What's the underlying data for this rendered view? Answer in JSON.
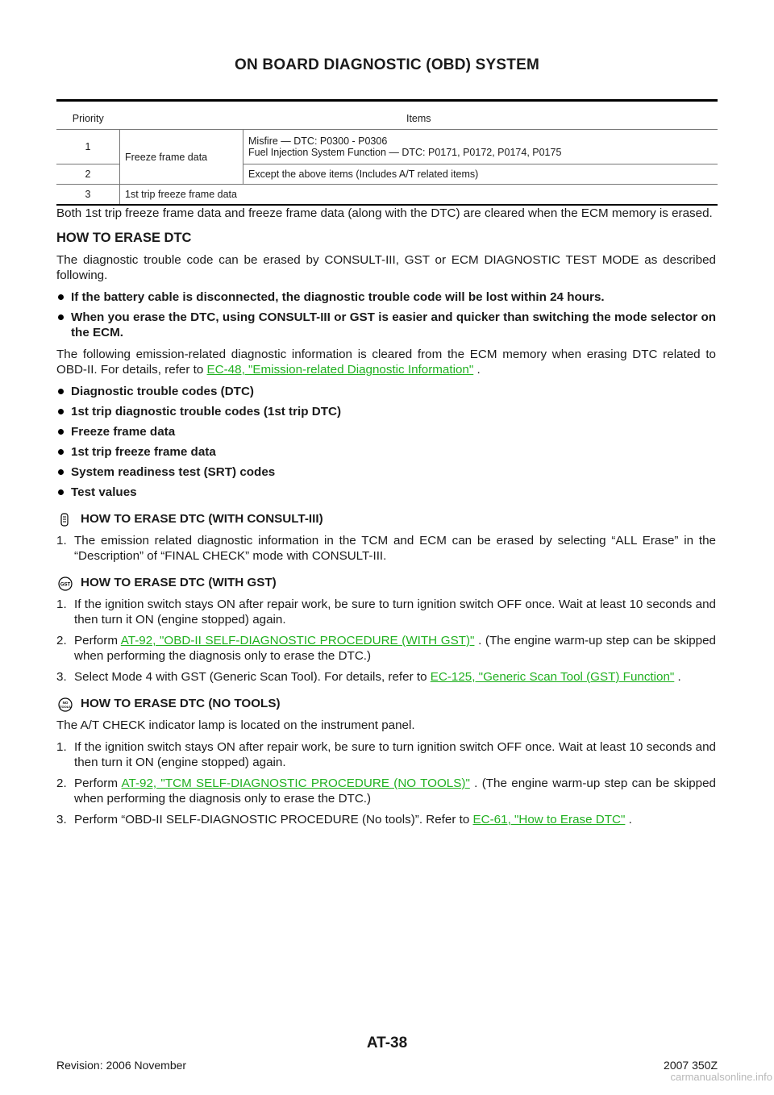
{
  "header": {
    "title": "ON BOARD DIAGNOSTIC (OBD) SYSTEM"
  },
  "priority_table": {
    "col_priority": "Priority",
    "col_items": "Items",
    "rows": [
      {
        "priority": "1",
        "category": "Freeze frame data",
        "line1": "Misfire — DTC: P0300 - P0306",
        "line2": "Fuel Injection System Function — DTC: P0171, P0172, P0174, P0175"
      },
      {
        "priority": "2",
        "items": "Except the above items (Includes A/T related items)"
      },
      {
        "priority": "3",
        "items": "1st trip freeze frame data"
      }
    ]
  },
  "intro_para": "Both 1st trip freeze frame data and freeze frame data (along with the DTC) are cleared when the ECM memory is erased.",
  "erase": {
    "heading": "HOW TO ERASE DTC",
    "para1": "The diagnostic trouble code can be erased by CONSULT-III, GST or ECM DIAGNOSTIC TEST MODE as described following.",
    "notes": [
      "If the battery cable is disconnected, the diagnostic trouble code will be lost within 24 hours.",
      "When you erase the DTC, using CONSULT-III or GST is easier and quicker than switching the mode selector on the ECM."
    ],
    "para2_before": "The following emission-related diagnostic information is cleared from the ECM memory when erasing DTC related to OBD-II. For details, refer to ",
    "para2_link": "EC-48, \"Emission-related Diagnostic Information\"",
    "para2_after": " .",
    "cleared": [
      "Diagnostic trouble codes (DTC)",
      "1st trip diagnostic trouble codes (1st trip DTC)",
      "Freeze frame data",
      "1st trip freeze frame data",
      "System readiness test (SRT) codes",
      "Test values"
    ]
  },
  "consult": {
    "heading": "HOW TO ERASE DTC (WITH CONSULT-III)",
    "steps": [
      {
        "num": "1.",
        "text": "The emission related diagnostic information in the TCM and ECM can be erased by selecting “ALL Erase” in the “Description” of “FINAL CHECK” mode with CONSULT-III."
      }
    ]
  },
  "gst": {
    "heading": "HOW TO ERASE DTC (WITH GST)",
    "icon_text": "GST",
    "step1_num": "1.",
    "step1": "If the ignition switch stays ON after repair work, be sure to turn ignition switch OFF once. Wait at least 10 seconds and then turn it ON (engine stopped) again.",
    "step2_num": "2.",
    "step2_before": "Perform ",
    "step2_link": "AT-92, \"OBD-II SELF-DIAGNOSTIC PROCEDURE (WITH GST)\"",
    "step2_after": " . (The engine warm-up step can be skipped when performing the diagnosis only to erase the DTC.)",
    "step3_num": "3.",
    "step3_before": "Select Mode 4 with GST (Generic Scan Tool). For details, refer to ",
    "step3_link": "EC-125, \"Generic Scan Tool (GST) Function\"",
    "step3_after": " ."
  },
  "notools": {
    "heading": "HOW TO ERASE DTC (NO TOOLS)",
    "icon_text_1": "NO",
    "icon_text_2": "TOOLS",
    "intro": "The A/T CHECK indicator lamp is located on the instrument panel.",
    "step1_num": "1.",
    "step1": "If the ignition switch stays ON after repair work, be sure to turn ignition switch OFF once. Wait at least 10 seconds and then turn it ON (engine stopped) again.",
    "step2_num": "2.",
    "step2_before": "Perform ",
    "step2_link": "AT-92, \"TCM SELF-DIAGNOSTIC PROCEDURE (NO TOOLS)\"",
    "step2_after": " . (The engine warm-up step can be skipped when performing the diagnosis only to erase the DTC.)",
    "step3_num": "3.",
    "step3_before": "Perform “OBD-II SELF-DIAGNOSTIC PROCEDURE (No tools)”. Refer to ",
    "step3_link": "EC-61, \"How to Erase DTC\"",
    "step3_after": " ."
  },
  "footer": {
    "page": "AT-38",
    "revision": "Revision: 2006 November",
    "model": "2007 350Z",
    "watermark": "carmanualsonline.info"
  },
  "colors": {
    "link": "#20b020",
    "text": "#1a1a1a"
  }
}
